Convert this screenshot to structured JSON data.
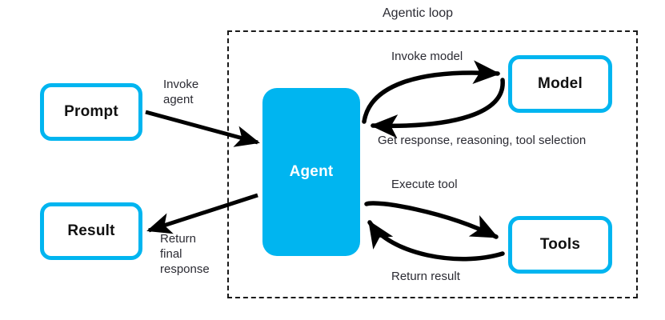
{
  "diagram": {
    "title": "Agentic loop",
    "type": "flow-diagram",
    "colors": {
      "accent": "#00b5f0",
      "node_fill": "#ffffff",
      "agent_fill": "#00b5f0",
      "agent_text": "#ffffff",
      "node_text": "#111111",
      "label_text": "#2b2b33",
      "arrow": "#000000",
      "container_border": "#1a1a1a",
      "background": "#ffffff"
    },
    "container": {
      "label": "Agentic loop",
      "border_style": "dashed"
    },
    "nodes": [
      {
        "id": "prompt",
        "label": "Prompt",
        "style": "outline"
      },
      {
        "id": "result",
        "label": "Result",
        "style": "outline"
      },
      {
        "id": "agent",
        "label": "Agent",
        "style": "filled"
      },
      {
        "id": "model",
        "label": "Model",
        "style": "outline"
      },
      {
        "id": "tools",
        "label": "Tools",
        "style": "outline"
      }
    ],
    "edges": [
      {
        "id": "prompt-to-agent",
        "from": "prompt",
        "to": "agent",
        "label": "Invoke\nagent",
        "shape": "straight"
      },
      {
        "id": "agent-to-result",
        "from": "agent",
        "to": "result",
        "label": "Return\nfinal\nresponse",
        "shape": "straight"
      },
      {
        "id": "agent-to-model",
        "from": "agent",
        "to": "model",
        "label": "Invoke model",
        "shape": "curved"
      },
      {
        "id": "model-to-agent",
        "from": "model",
        "to": "agent",
        "label": "Get response, reasoning, tool selection",
        "shape": "curved"
      },
      {
        "id": "agent-to-tools",
        "from": "agent",
        "to": "tools",
        "label": "Execute tool",
        "shape": "curved"
      },
      {
        "id": "tools-to-agent",
        "from": "tools",
        "to": "agent",
        "label": "Return result",
        "shape": "curved"
      }
    ]
  }
}
